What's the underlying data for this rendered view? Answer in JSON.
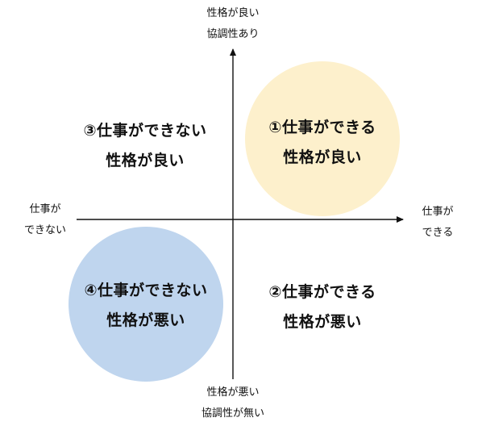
{
  "colors": {
    "axis": "#111111",
    "circle_top_right": "#fdf0cc",
    "circle_bottom_left": "#bfd5ee"
  },
  "axes": {
    "top": {
      "line1": "性格が良い",
      "line2": "協調性あり"
    },
    "bottom": {
      "line1": "性格が悪い",
      "line2": "協調性が無い"
    },
    "left": {
      "line1": "仕事が",
      "line2": "できない"
    },
    "right": {
      "line1": "仕事が",
      "line2": "できる"
    }
  },
  "quadrants": {
    "top_right": {
      "line1": "①仕事ができる",
      "line2": "性格が良い"
    },
    "bottom_right": {
      "line1": "②仕事ができる",
      "line2": "性格が悪い"
    },
    "top_left": {
      "line1": "③仕事ができない",
      "line2": "性格が良い"
    },
    "bottom_left": {
      "line1": "④仕事ができない",
      "line2": "性格が悪い"
    }
  }
}
